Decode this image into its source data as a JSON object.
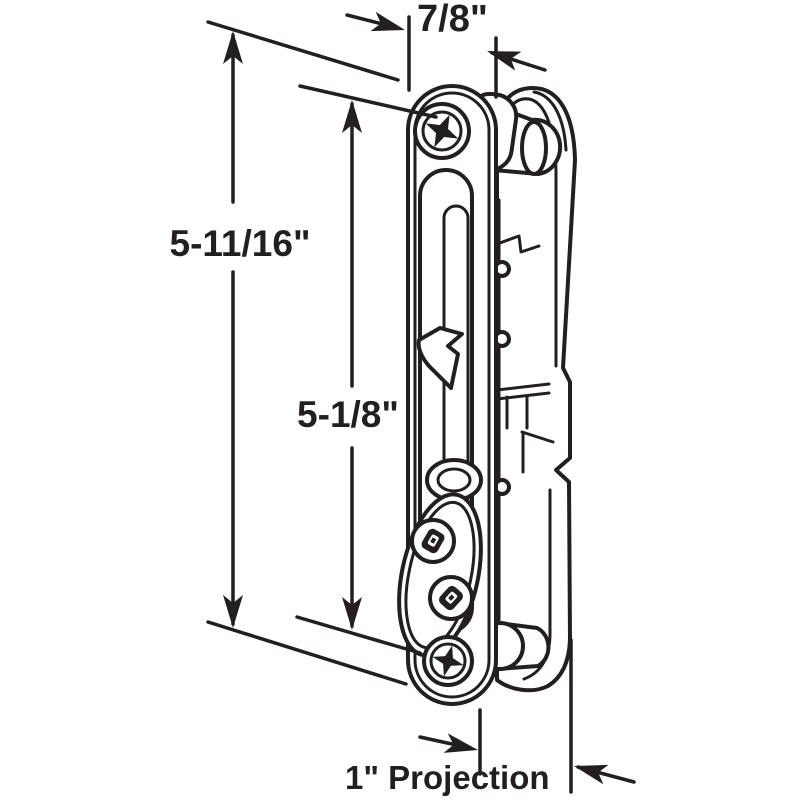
{
  "figure": {
    "background_color": "#ffffff",
    "line_color": "#231f20",
    "labels": {
      "top_width": "7/8\"",
      "overall_height": "5-11/16\"",
      "inner_height": "5-1/8\"",
      "projection": "1\" Projection"
    }
  }
}
